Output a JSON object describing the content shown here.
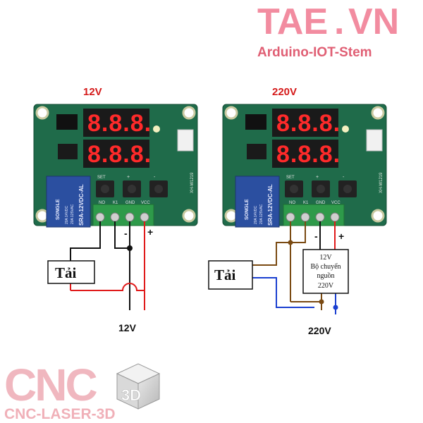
{
  "brand": {
    "name_left": "TAE",
    "name_dot": ".",
    "name_right": "VN",
    "tagline": "Arduino-IOT-Stem",
    "logo_letters": "CNC",
    "logo_cube": "3D",
    "logo_caption": "CNC-LASER-3D"
  },
  "left_board": {
    "heading": "12V",
    "display_digits": [
      "8.8.8.",
      "8.8.8."
    ],
    "button_labels": [
      "SET",
      "+",
      "-"
    ],
    "relay_text": [
      "SRA-12VDC-AL",
      "SONGLE",
      "20A 14VDC",
      "20A 125VAC"
    ],
    "terminal_labels": [
      "NO",
      "K1",
      "GND",
      "VCC"
    ],
    "model_text": "XH-W1219",
    "polarity_minus": "-",
    "polarity_plus": "+",
    "load_label": "Tải",
    "supply_label": "12V"
  },
  "right_board": {
    "heading": "220V",
    "display_digits": [
      "8.8.8.",
      "8.8.8."
    ],
    "button_labels": [
      "SET",
      "+",
      "-"
    ],
    "relay_text": [
      "SRA-12VDC-AL",
      "SONGLE",
      "20A 14VDC",
      "20A 125VAC"
    ],
    "terminal_labels": [
      "NO",
      "K1",
      "GND",
      "VCC"
    ],
    "model_text": "XH-W1219",
    "polarity_minus": "-",
    "polarity_plus": "+",
    "load_label": "Tải",
    "converter_lines": [
      "12V",
      "Bộ chuyển",
      "nguồn",
      "220V"
    ],
    "supply_label": "220V"
  },
  "colors": {
    "pcb": "#1f6b4a",
    "pcb_dark": "#17573b",
    "terminal": "#2e9a4a",
    "relay": "#2b4fa0",
    "display_bg": "#1a1a1a",
    "digit": "#ff2a2a",
    "wire_black": "#111111",
    "wire_red": "#e01a1a",
    "wire_brown": "#7a4a12",
    "wire_blue": "#1a3fd0",
    "brand_pink": "#f28ca0",
    "brand_red": "#d8312f"
  }
}
